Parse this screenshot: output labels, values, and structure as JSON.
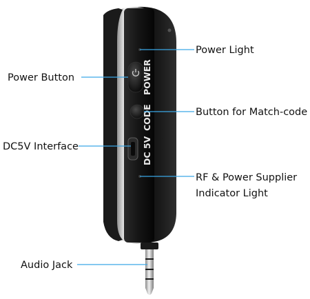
{
  "callouts": {
    "power_light": "Power Light",
    "power_button": "Power Button",
    "match_code_button": "Button for Match-code",
    "dc_interface": "DC5V Interface",
    "rf_indicator_line1": "RF & Power Supplier",
    "rf_indicator_line2": "Indicator Light",
    "audio_jack": "Audio Jack"
  },
  "device_labels": {
    "power": "POWER",
    "code": "CODE",
    "dc": "DC 5V"
  },
  "colors": {
    "leader": "#3aa7e6",
    "body": "#141414",
    "chrome": "#cfcfcf"
  }
}
